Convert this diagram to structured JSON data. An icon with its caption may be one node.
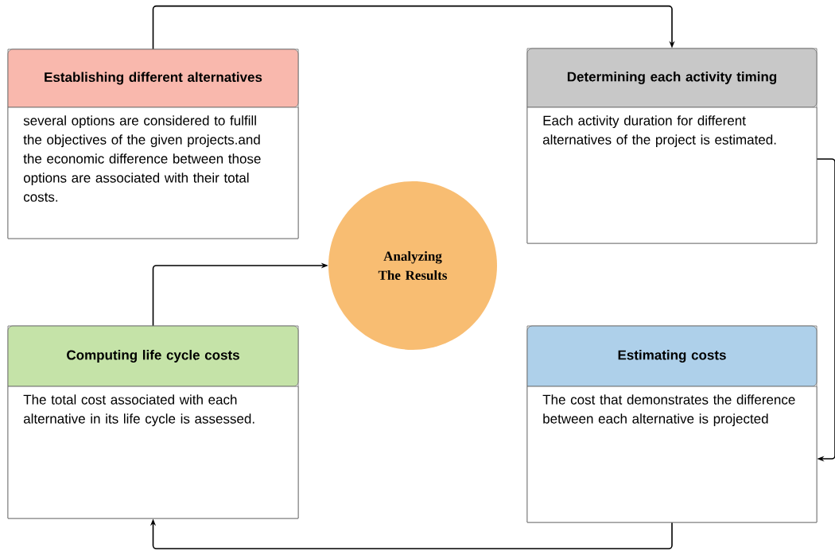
{
  "diagram": {
    "nodes": [
      {
        "text": [
          "Establishing different alternatives",
          "several options are considered to fulfill the objectives of the given projects.and the economic difference between those options are associated with their total costs."
        ]
      },
      {
        "text": [
          "Determining each activity timing",
          "Each activity duration for different alternatives of the project is estimated."
        ]
      },
      {
        "text": [
          "Analyzing The Results"
        ]
      },
      {
        "text": [
          "Computing life cycle costs",
          "The total cost associated with each alternative in its life cycle is assessed."
        ]
      },
      {
        "text": [
          "Estimating costs",
          "The cost that demonstrates the difference between each alternative is projected"
        ]
      }
    ],
    "edges": [
      {
        "from": 0,
        "to": 1,
        "arrow": "to"
      },
      {
        "from": 1,
        "to": 4,
        "arrow": "to"
      },
      {
        "from": 4,
        "to": 3,
        "arrow": "to"
      },
      {
        "from": 3,
        "to": 2,
        "arrow": "to"
      }
    ]
  }
}
